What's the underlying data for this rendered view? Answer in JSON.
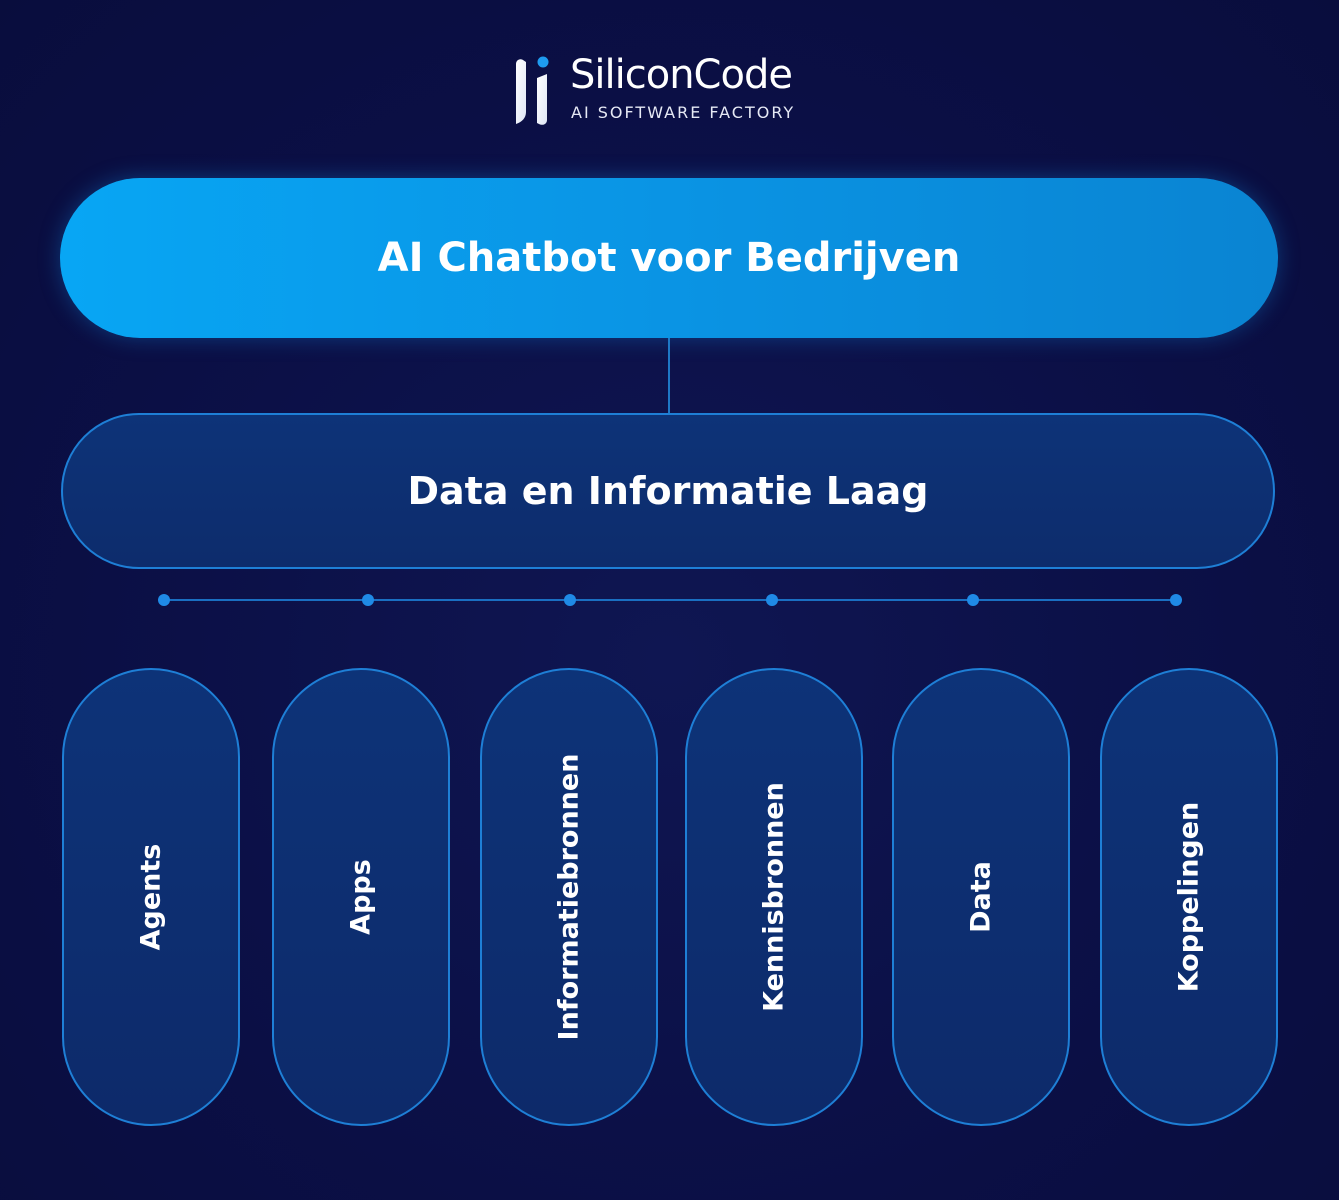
{
  "brand": {
    "name": "SiliconCode",
    "tagline": "AI SOFTWARE FACTORY"
  },
  "diagram": {
    "top": "AI Chatbot voor Bedrijven",
    "middle": "Data en Informatie Laag",
    "columns": [
      "Agents",
      "Apps",
      "Informatiebronnen",
      "Kennisbronnen",
      "Data",
      "Koppelingen"
    ]
  },
  "colors": {
    "background": "#0b0f45",
    "accent": "#08a6f4",
    "pill_fill": "#0d3378",
    "pill_border": "#1e7fd6"
  }
}
